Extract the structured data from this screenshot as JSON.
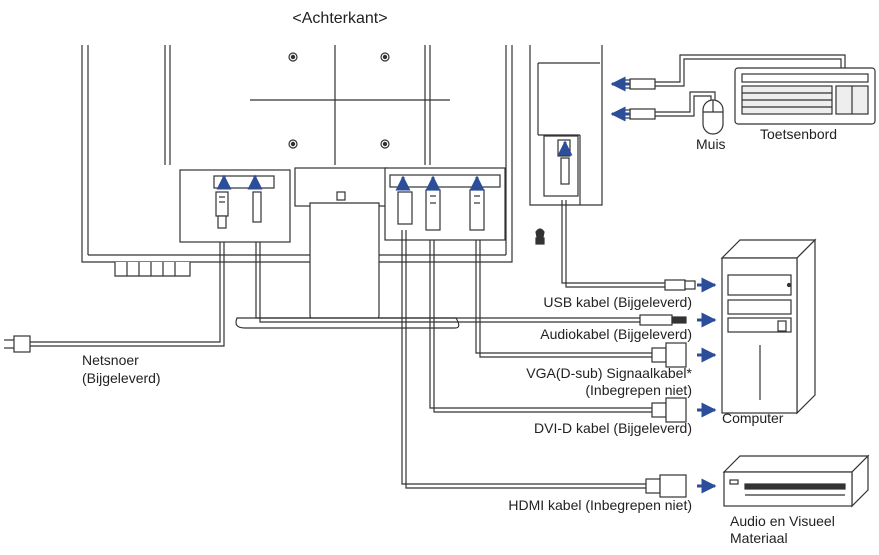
{
  "title": "<Achterkant>",
  "labels": {
    "keyboard": "Toetsenbord",
    "mouse": "Muis",
    "usb_cable": "USB kabel (Bijgeleverd)",
    "audio_cable": "Audiokabel (Bijgeleverd)",
    "vga_cable_1": "VGA(D-sub) Signaalkabel*",
    "vga_cable_2": "(Inbegrepen niet)",
    "dvi_cable": "DVI-D kabel (Bijgeleverd)",
    "hdmi_cable": "HDMI kabel (Inbegrepen niet)",
    "computer": "Computer",
    "av_equipment_1": "Audio en Visueel",
    "av_equipment_2": "Materiaal",
    "power_cord_1": "Netsnoer",
    "power_cord_2": "(Bijgeleverd)"
  },
  "colors": {
    "line": "#333333",
    "arrow": "#2b4d9a",
    "fill": "#ffffff",
    "shade": "#dcdcdc"
  }
}
